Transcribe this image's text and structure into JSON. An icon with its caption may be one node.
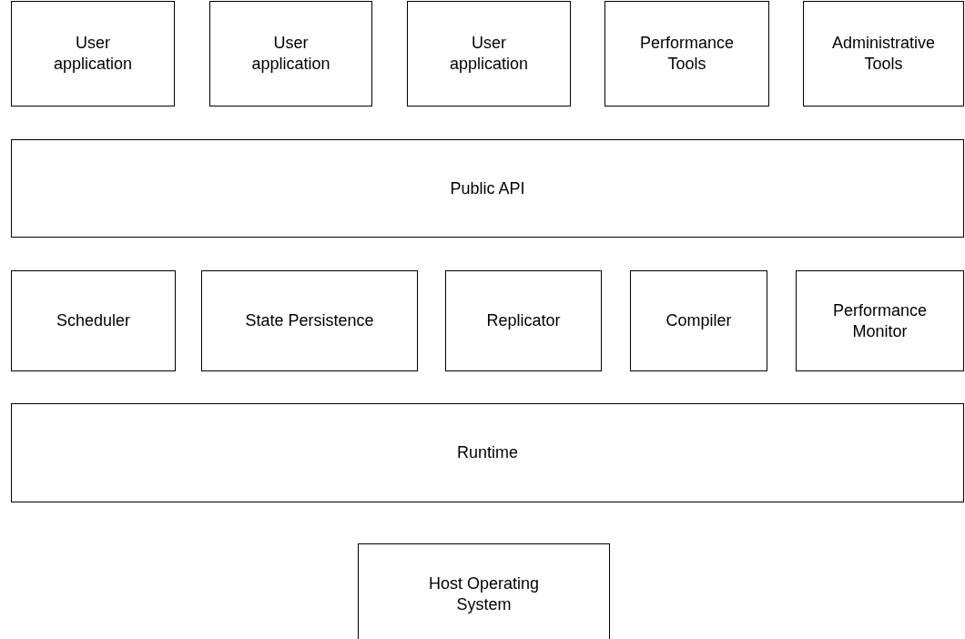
{
  "diagram": {
    "nodes": [
      {
        "text": [
          "User application"
        ]
      },
      {
        "text": [
          "User application"
        ]
      },
      {
        "text": [
          "User application"
        ]
      },
      {
        "text": [
          "Performance Tools"
        ]
      },
      {
        "text": [
          "Administrative Tools"
        ]
      },
      {
        "text": [
          "Public API"
        ]
      },
      {
        "text": [
          "Scheduler"
        ]
      },
      {
        "text": [
          "State Persistence"
        ]
      },
      {
        "text": [
          "Replicator"
        ]
      },
      {
        "text": [
          "Compiler"
        ]
      },
      {
        "text": [
          "Performance Monitor"
        ]
      },
      {
        "text": [
          "Runtime"
        ]
      },
      {
        "text": [
          "Host Operating System"
        ]
      }
    ],
    "edges": []
  }
}
